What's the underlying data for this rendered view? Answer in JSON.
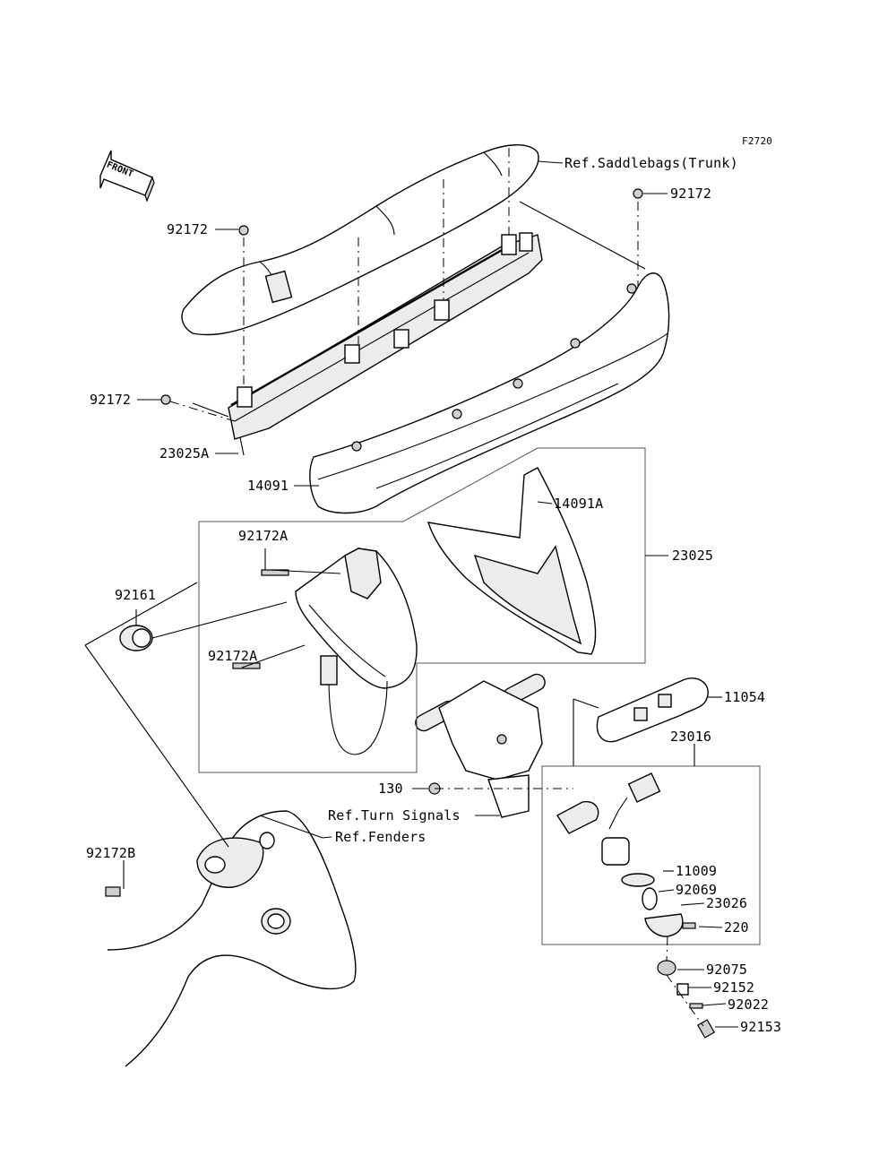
{
  "figure_code": "F2720",
  "front_marker": "FRONT",
  "refs": {
    "saddlebags": "Ref.Saddlebags(Trunk)",
    "turn_signals": "Ref.Turn Signals",
    "fenders": "Ref.Fenders"
  },
  "parts": {
    "p92172_top_right": "92172",
    "p92172_top_left": "92172",
    "p92172_mid_left": "92172",
    "p23025A": "23025A",
    "p14091": "14091",
    "p14091A": "14091A",
    "p23025": "23025",
    "p92172A_upper": "92172A",
    "p92172A_lower": "92172A",
    "p92161": "92161",
    "p11054": "11054",
    "p23016": "23016",
    "p130": "130",
    "p92172B": "92172B",
    "p11009": "11009",
    "p92069": "92069",
    "p23026": "23026",
    "p220": "220",
    "p92075": "92075",
    "p92152": "92152",
    "p92022": "92022",
    "p92153": "92153"
  }
}
